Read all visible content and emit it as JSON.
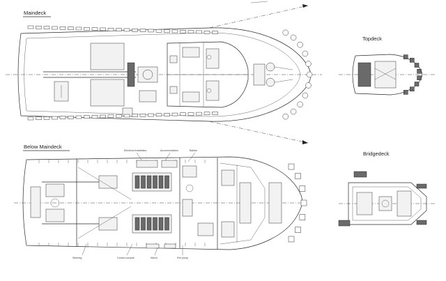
{
  "labels": {
    "maindeck": "Maindeck",
    "below_maindeck": "Below Maindeck",
    "topdeck": "Topdeck",
    "bridgedeck": "Bridgedeck"
  },
  "callouts": {
    "top_1": "Electrical installation",
    "top_2": "Accommodation",
    "top_3": "Ballast",
    "bottom_1": "Steering",
    "bottom_2": "Control console",
    "bottom_3": "Winch",
    "bottom_4": "Fire pump"
  },
  "colors": {
    "line": "#2a2a2a",
    "background": "#ffffff"
  }
}
